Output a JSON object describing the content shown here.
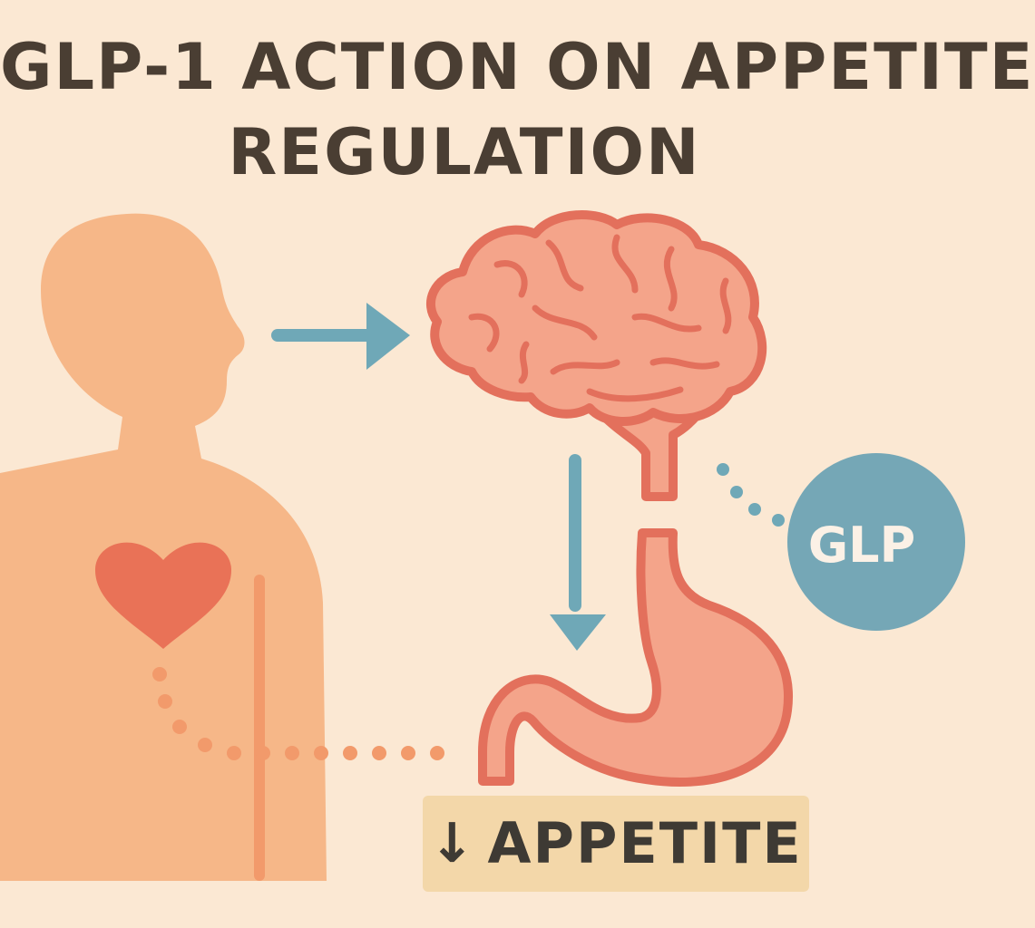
{
  "title": {
    "line1": "GLP-1 ACTION ON APPETITE",
    "line2": "REGULATION"
  },
  "glp_bubble": {
    "label": "GLP"
  },
  "result_box": {
    "arrow": "↓",
    "label": "APPETITE"
  },
  "colors": {
    "background": "#fbe8d3",
    "body": "#f6b788",
    "heart": "#e97257",
    "organ_fill": "#f4a48a",
    "organ_outline": "#e3705c",
    "arrow": "#6fa8b7",
    "glp_bubble": "#75a7b6",
    "dotted_path": "#f29a6b",
    "result_box": "#f3d7a9",
    "text": "#4a3e33"
  },
  "icons": [
    "human-silhouette",
    "heart-icon",
    "brain-icon",
    "stomach-icon",
    "arrow-right",
    "arrow-down"
  ]
}
